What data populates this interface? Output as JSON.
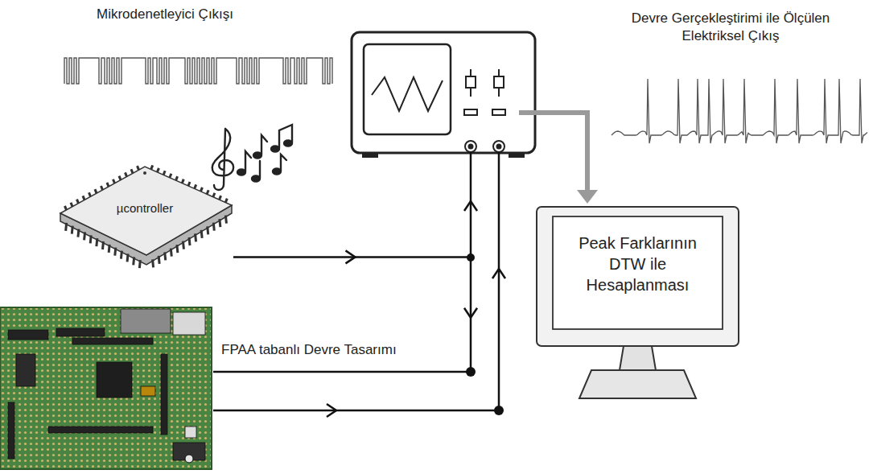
{
  "diagram": {
    "nodes": [
      {
        "text": [
          "µcontroller"
        ]
      },
      {
        "text": [
          "Peak Farklarının DTW ile Hesaplanması"
        ]
      },
      {
        "text": [
          "FPAA tabanlı Devre Tasarımı"
        ]
      }
    ],
    "edges": [
      {
        "from": 0,
        "to": 2,
        "arrow": "to"
      }
    ],
    "labels": [
      "Mikrodenetleyici Çıkışı",
      "Devre Gerçekleştirimi ile Ölçülen Elektriksel Çıkış"
    ]
  }
}
